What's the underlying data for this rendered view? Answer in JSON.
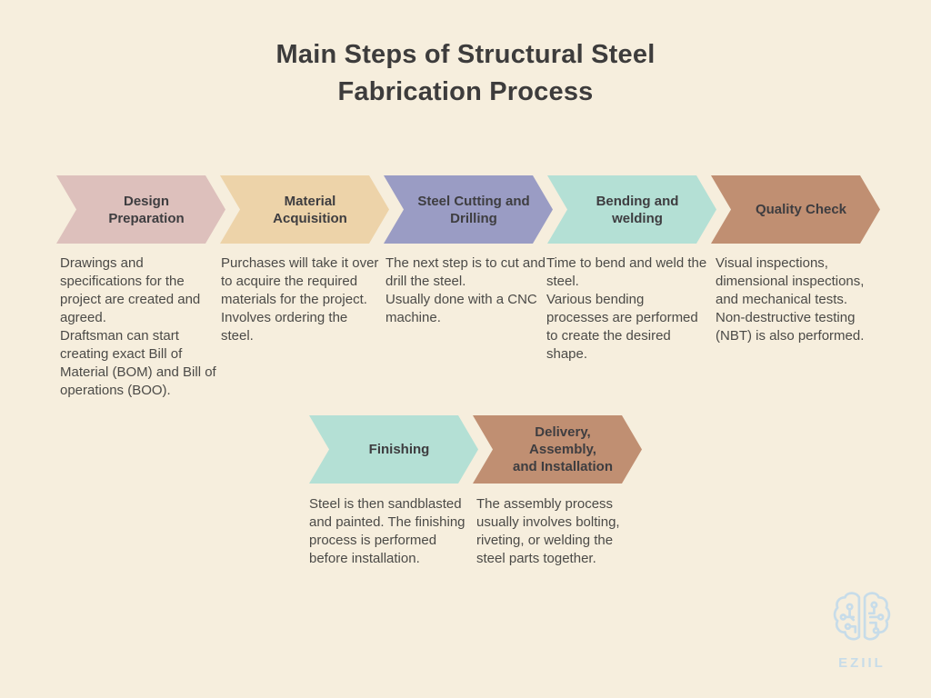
{
  "page": {
    "background_color": "#f6eedd"
  },
  "title": {
    "text": "Main Steps of Structural Steel\nFabrication Process"
  },
  "steps": [
    {
      "label": "Design Preparation",
      "color": "#ddc0bc",
      "description": "Drawings and specifications for the project are created and agreed.\nDraftsman can start creating exact Bill of Material (BOM) and Bill of operations (BOO)."
    },
    {
      "label": "Material Acquisition",
      "color": "#edd3a9",
      "description": "Purchases will take it over to acquire the required materials for the project.\nInvolves ordering the steel."
    },
    {
      "label": "Steel Cutting and\nDrilling",
      "color": "#9a9cc4",
      "description": "The next step is to cut and drill the steel.\nUsually done with a CNC machine."
    },
    {
      "label": "Bending and\nwelding",
      "color": "#b4e0d5",
      "description": "Time to bend and weld the steel.\nVarious bending processes are performed to create the desired shape."
    },
    {
      "label": "Quality Check",
      "color": "#c08f72",
      "description": "Visual inspections, dimensional inspections, and mechanical tests.\nNon-destructive testing (NBT) is also performed."
    },
    {
      "label": "Finishing",
      "color": "#b4e0d5",
      "description": "Steel is then sandblasted and painted. The finishing process is performed before installation."
    },
    {
      "label": "Delivery, Assembly,\nand Installation",
      "color": "#c08f72",
      "description": "The assembly process usually involves bolting, riveting, or welding the steel parts together."
    }
  ],
  "logo": {
    "icon": "brain-circuit-icon",
    "text": "EZIIL",
    "color": "#c7dce9"
  }
}
